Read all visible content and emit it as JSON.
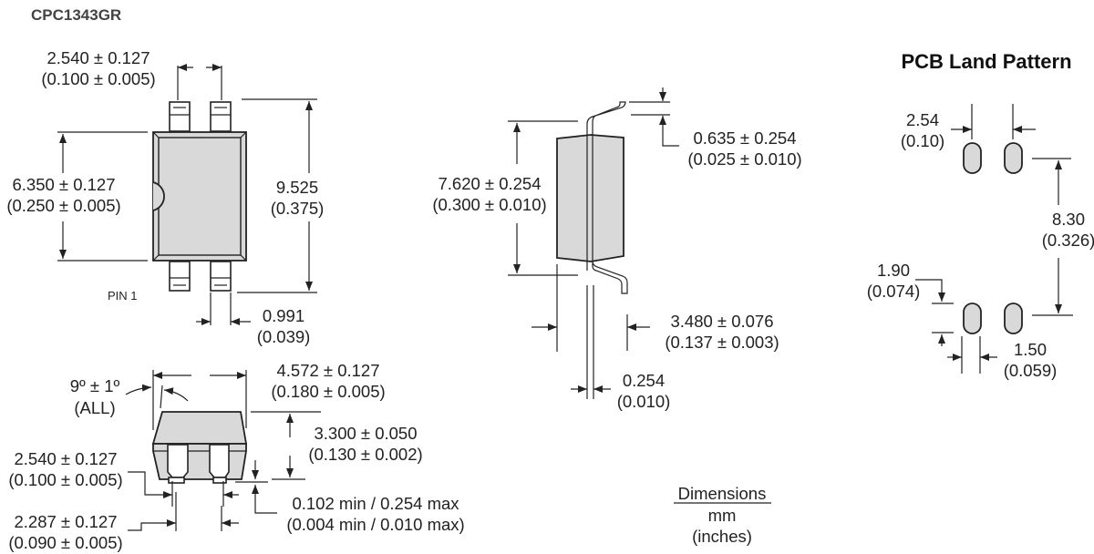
{
  "title": "CPC1343GR",
  "colors": {
    "body_fill": "#d9d9d9",
    "line": "#222222"
  },
  "top_view": {
    "pin_spacing": [
      "2.540 ± 0.127",
      "(0.100 ± 0.005)"
    ],
    "body_width": [
      "6.350 ± 0.127",
      "(0.250 ± 0.005)"
    ],
    "overall_length": [
      "9.525",
      "(0.375)"
    ],
    "pin1_label": "PIN 1",
    "pin_width": [
      "0.991",
      "(0.039)"
    ]
  },
  "side_view": {
    "angle": [
      "9º ± 1º",
      "(ALL)"
    ],
    "body_length": [
      "4.572 ± 0.127",
      "(0.180 ± 0.005)"
    ],
    "height": [
      "3.300 ± 0.050",
      "(0.130 ± 0.002)"
    ],
    "standoff": [
      "0.102 min / 0.254 max",
      "(0.004 min / 0.010 max)"
    ],
    "pin_pitch": [
      "2.540 ± 0.127",
      "(0.100 ± 0.005)"
    ],
    "pin_spread": [
      "2.287 ± 0.127",
      "(0.090 ± 0.005)"
    ]
  },
  "end_view": {
    "lead_offset": [
      "0.635 ± 0.254",
      "(0.025 ± 0.010)"
    ],
    "row_spacing": [
      "7.620 ± 0.254",
      "(0.300 ± 0.010)"
    ],
    "body_thickness": [
      "3.480 ± 0.076",
      "(0.137 ± 0.003)"
    ],
    "lead_thickness": [
      "0.254",
      "(0.010)"
    ]
  },
  "pcb": {
    "title": "PCB Land Pattern",
    "pitch": [
      "2.54",
      "(0.10)"
    ],
    "row_spacing": [
      "8.30",
      "(0.326)"
    ],
    "pad_length": [
      "1.90",
      "(0.074)"
    ],
    "pad_width": [
      "1.50",
      "(0.059)"
    ]
  },
  "legend": {
    "heading": "Dimensions",
    "unit1": "mm",
    "unit2": "(inches)"
  }
}
